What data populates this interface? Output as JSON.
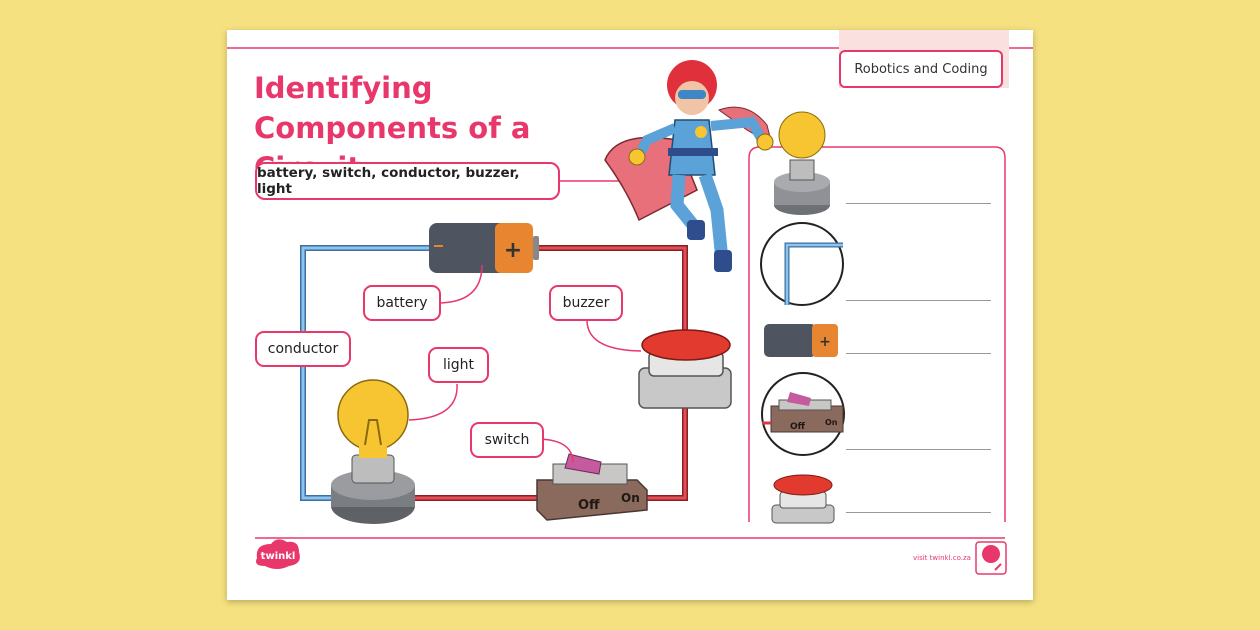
{
  "title": "Identifying Components of a Circuit",
  "word_bank": "battery, switch, conductor, buzzer, light",
  "subject_tag": "Robotics and Coding",
  "labels": {
    "battery": "battery",
    "buzzer": "buzzer",
    "conductor": "conductor",
    "light": "light",
    "switch": "switch"
  },
  "switch_text": {
    "off": "Off",
    "on": "On"
  },
  "footer": {
    "brand": "twinkl",
    "url": "visit twinkl.co.za"
  },
  "colors": {
    "accent": "#e8386b",
    "wire_blue": "#5ba3d8",
    "wire_red": "#d9383f",
    "bulb": "#f7c531",
    "battery_orange": "#e88530",
    "battery_gray": "#4e5560"
  }
}
